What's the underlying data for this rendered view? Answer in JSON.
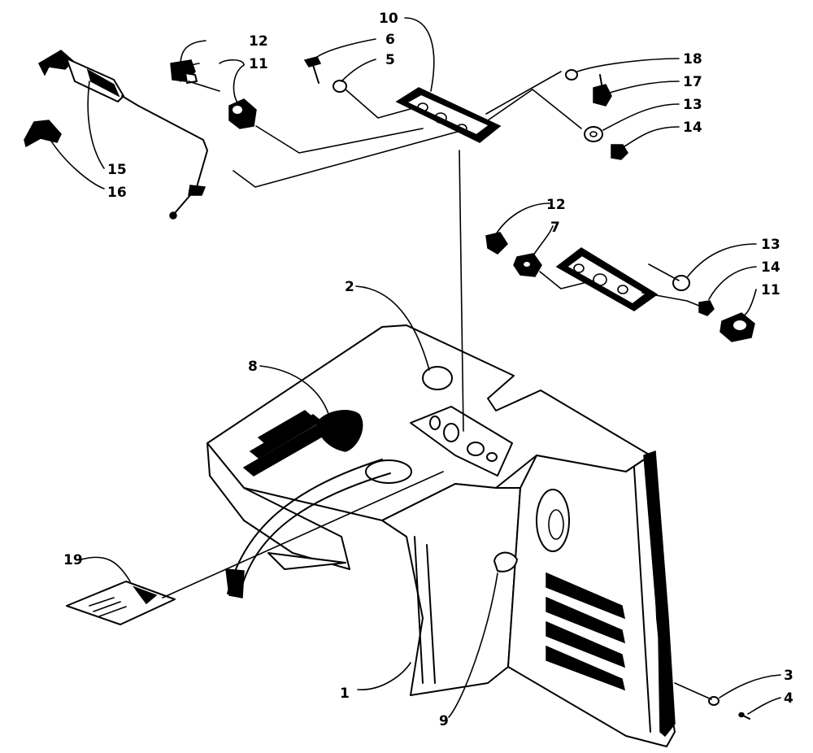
{
  "diagram": {
    "callouts": [
      {
        "id": "c1",
        "label": "1"
      },
      {
        "id": "c2",
        "label": "2"
      },
      {
        "id": "c3",
        "label": "3"
      },
      {
        "id": "c4",
        "label": "4"
      },
      {
        "id": "c5",
        "label": "5"
      },
      {
        "id": "c6",
        "label": "6"
      },
      {
        "id": "c7",
        "label": "7"
      },
      {
        "id": "c8",
        "label": "8"
      },
      {
        "id": "c9",
        "label": "9"
      },
      {
        "id": "c10",
        "label": "10"
      },
      {
        "id": "c11a",
        "label": "11"
      },
      {
        "id": "c11b",
        "label": "11"
      },
      {
        "id": "c12a",
        "label": "12"
      },
      {
        "id": "c12b",
        "label": "12"
      },
      {
        "id": "c13a",
        "label": "13"
      },
      {
        "id": "c13b",
        "label": "13"
      },
      {
        "id": "c14a",
        "label": "14"
      },
      {
        "id": "c14b",
        "label": "14"
      },
      {
        "id": "c15",
        "label": "15"
      },
      {
        "id": "c16",
        "label": "16"
      },
      {
        "id": "c17",
        "label": "17"
      },
      {
        "id": "c18",
        "label": "18"
      },
      {
        "id": "c19",
        "label": "19"
      }
    ]
  }
}
